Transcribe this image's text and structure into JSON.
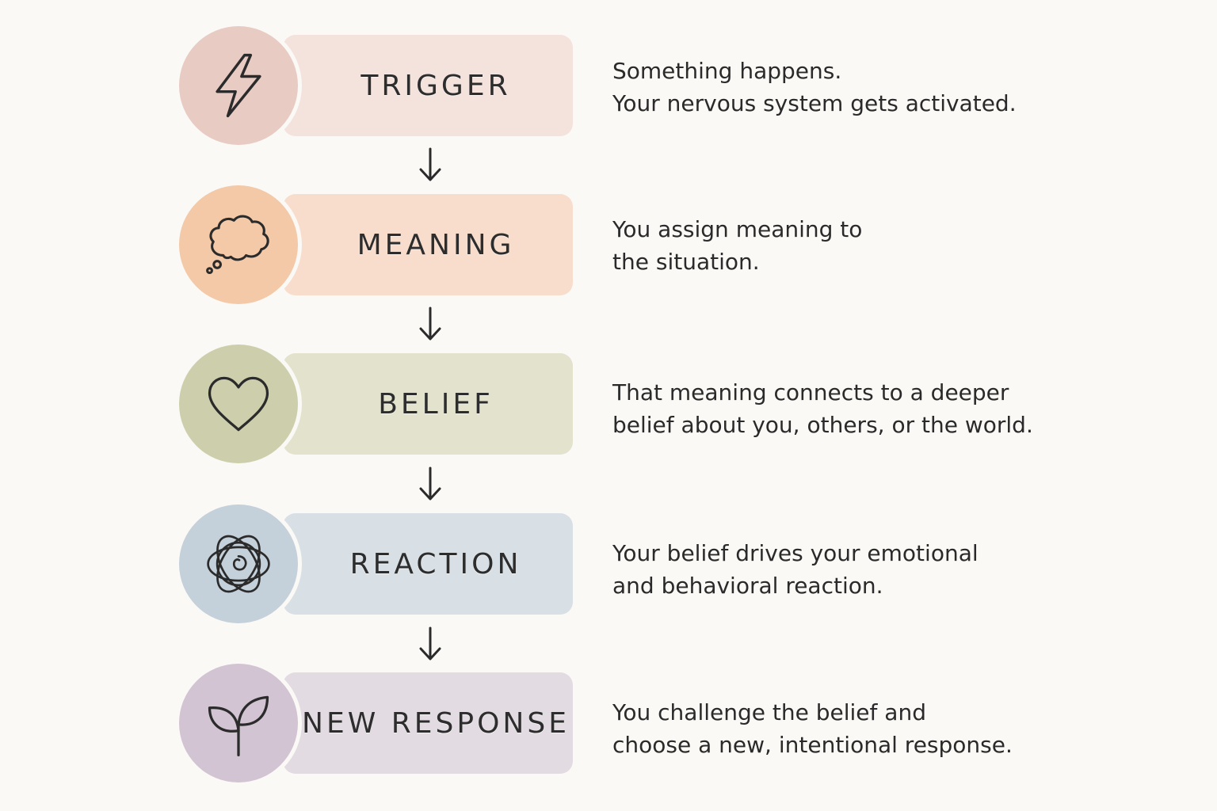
{
  "colors": {
    "background": "#fbf9f6",
    "trigger_circle": "#e8cbc3",
    "trigger_pill": "#f4e2dc",
    "meaning_circle": "#f3c9a7",
    "meaning_pill": "#f8ddcc",
    "belief_circle": "#cdcfac",
    "belief_pill": "#e2e2cd",
    "reaction_circle": "#c4d0da",
    "reaction_pill": "#d8e0e5",
    "response_circle": "#d2c4d3",
    "response_pill": "#e3dbe2"
  },
  "steps": [
    {
      "label": "TRIGGER",
      "icon": "lightning-bolt-icon",
      "description_line1": "Something happens.",
      "description_line2": "Your nervous system gets activated."
    },
    {
      "label": "MEANING",
      "icon": "thought-bubble-icon",
      "description_line1": "You assign meaning to",
      "description_line2": "the situation."
    },
    {
      "label": "BELIEF",
      "icon": "heart-icon",
      "description_line1": "That meaning connects to a deeper",
      "description_line2": "belief about you, others, or the world."
    },
    {
      "label": "REACTION",
      "icon": "tangle-icon",
      "description_line1": "Your belief drives your emotional",
      "description_line2": "and behavioral reaction."
    },
    {
      "label": "NEW RESPONSE",
      "icon": "sprout-icon",
      "description_line1": "You challenge the belief and",
      "description_line2": "choose a new, intentional response."
    }
  ]
}
